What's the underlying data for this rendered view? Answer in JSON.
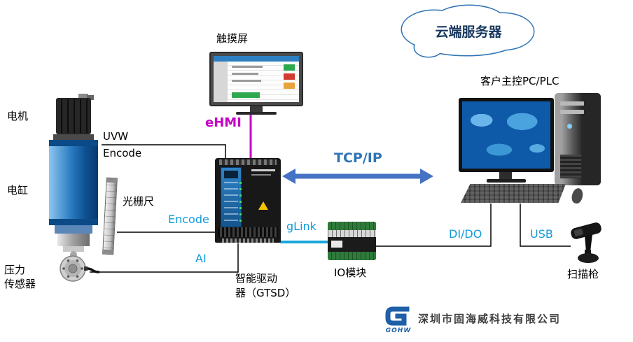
{
  "diagram": {
    "left": {
      "motor": "电机",
      "cylinder": "电缸",
      "pressure_line1": "压力",
      "pressure_line2": "传感器",
      "linear_scale": "光栅尺"
    },
    "signals": {
      "uvw": "UVW",
      "encode_motor": "Encode",
      "encode_scale": "Encode",
      "ai": "AI",
      "ehmi": "eHMI",
      "glink": "gLink",
      "tcpip": "TCP/IP",
      "dido": "DI/DO",
      "usb": "USB"
    },
    "nodes": {
      "touchscreen": "触摸屏",
      "cloud": "云端服务器",
      "pc": "客户主控PC/PLC",
      "io_module": "IO模块",
      "scanner": "扫描枪",
      "drive_line1": "智能驱动",
      "drive_line2": "器（GTSD）"
    },
    "colors": {
      "signal_blue": "#129BDB",
      "magenta": "#C400C4",
      "arrow_blue": "#4472C4",
      "cloud_stroke": "#2E75B6",
      "cloud_text": "#17375E"
    },
    "footer": {
      "logo_text": "GOHW",
      "company": "深圳市固海威科技有限公司"
    }
  }
}
